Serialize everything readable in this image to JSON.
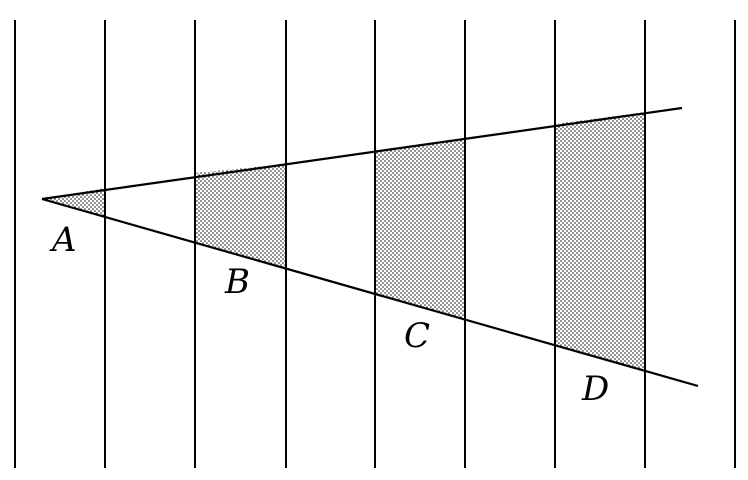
{
  "colors": {
    "stroke": "#000000",
    "background": "#ffffff",
    "dots": "#000000"
  },
  "labels": {
    "a": "A",
    "b": "B",
    "c": "C",
    "d": "D"
  }
}
